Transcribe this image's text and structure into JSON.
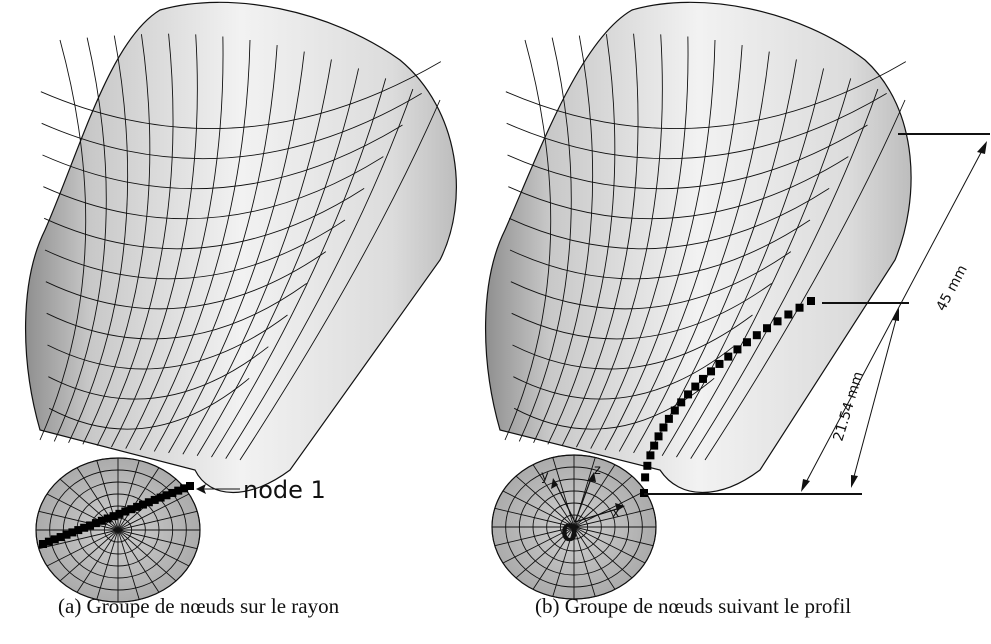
{
  "panel_a": {
    "node_label": "node 1",
    "caption": "(a) Groupe de nœuds sur le rayon"
  },
  "panel_b": {
    "origin_label": "0",
    "axis_x": "x",
    "axis_y": "y",
    "axis_z": "z",
    "dimension_long": "45 mm",
    "dimension_short": "21.54 mm",
    "caption": "(b) Groupe de nœuds suivant le profil"
  },
  "colors": {
    "mesh_light": "#efefef",
    "mesh_mid": "#d2d2d2",
    "mesh_dark": "#a9a9a9",
    "line": "#111111",
    "node": "#000000"
  }
}
